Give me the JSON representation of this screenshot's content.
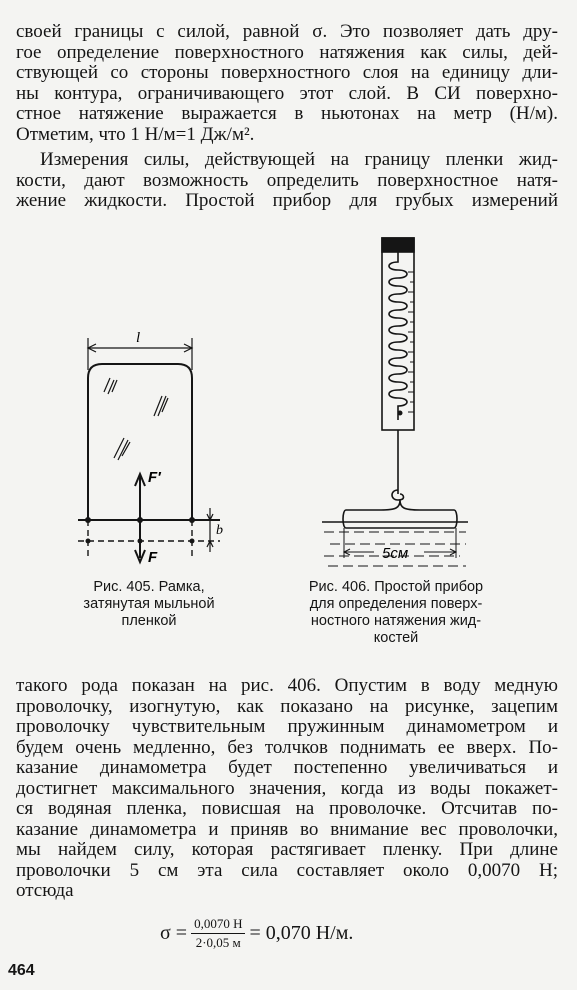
{
  "paragraph1": [
    "своей границы с силой, равной σ. Это позволяет дать дру-",
    "гое определение поверхностного натяжения как силы, дей-",
    "ствующей со стороны поверхностного слоя на единицу дли-",
    "ны контура, ограничивающего этот слой. В СИ поверхно-",
    "стное натяжение выражается в ньютонах на метр (Н/м).",
    "Отметим, что 1 Н/м=1 Дж/м²."
  ],
  "paragraph2": [
    "Измерения силы, действующей на границу пленки жид-",
    "кости, дают возможность определить поверхностное натя-",
    "жение жидкости. Простой прибор для грубых измерений"
  ],
  "figure405": {
    "label_l": "l",
    "label_F_up": "F′",
    "label_F_down": "F",
    "label_b": "b",
    "caption": [
      "Рис. 405. Рамка,",
      "затянутая мыльной",
      "пленкой"
    ]
  },
  "figure406": {
    "label_5cm": "5см",
    "caption": [
      "Рис. 406. Простой прибор",
      "для определения поверх-",
      "ностного натяжения жид-",
      "костей"
    ]
  },
  "paragraph3": [
    "такого рода показан на рис. 406. Опустим в воду медную",
    "проволочку, изогнутую, как показано на рисунке, зацепим",
    "проволочку чувствительным пружинным динамометром и",
    "будем очень медленно, без толчков поднимать ее вверх. По-",
    "казание динамометра будет постепенно увеличиваться и",
    "достигнет максимального значения, когда из воды покажет-",
    "ся водяная пленка, повисшая на проволочке. Отсчитав по-",
    "казание динамометра и приняв во внимание вес проволочки,",
    "мы найдем силу, которая растягивает пленку. При длине",
    "проволочки 5 см эта сила составляет около 0,0070 Н;",
    "отсюда"
  ],
  "formula": {
    "lhs": "σ =",
    "numerator": "0,0070 Н",
    "denominator": "2·0,05 м",
    "rhs": "= 0,070 Н/м."
  },
  "page_number": "464"
}
